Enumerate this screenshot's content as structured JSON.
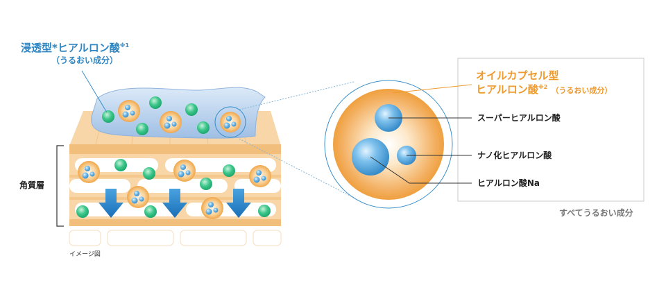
{
  "labels": {
    "penetrating_title": "浸透型*ヒアルロン酸",
    "penetrating_sup": "※1",
    "penetrating_sub": "（うるおい成分）",
    "stratum_corneum": "角質層",
    "image_note": "イメージ図",
    "oil_capsule_line1": "オイルカプセル型",
    "oil_capsule_line2": "ヒアルロン酸",
    "oil_capsule_sup": "※2",
    "oil_capsule_sub": "（うるおい成分）",
    "super_ha": "スーパーヒアルロン酸",
    "nano_ha": "ナノ化ヒアルロン酸",
    "ha_na": "ヒアルロン酸Na",
    "all_moisture": "すべてうるおい成分"
  },
  "colors": {
    "skin": "#f8d6a8",
    "skin_dark": "#f2be7c",
    "capsule": "#efa040",
    "capsule_light": "#fce4be",
    "green": "#2fbf80",
    "blue_sphere": "#2f8fd0",
    "film": "#bcd4ee",
    "arrow": "#1f7cc6",
    "leader_orange": "#ef9a2e",
    "leader_blue": "#3a8fc8"
  },
  "icons": {
    "arrow": "down-arrow-icon",
    "capsule": "oil-capsule-icon",
    "green_dot": "hyaluronic-green-dot-icon"
  }
}
